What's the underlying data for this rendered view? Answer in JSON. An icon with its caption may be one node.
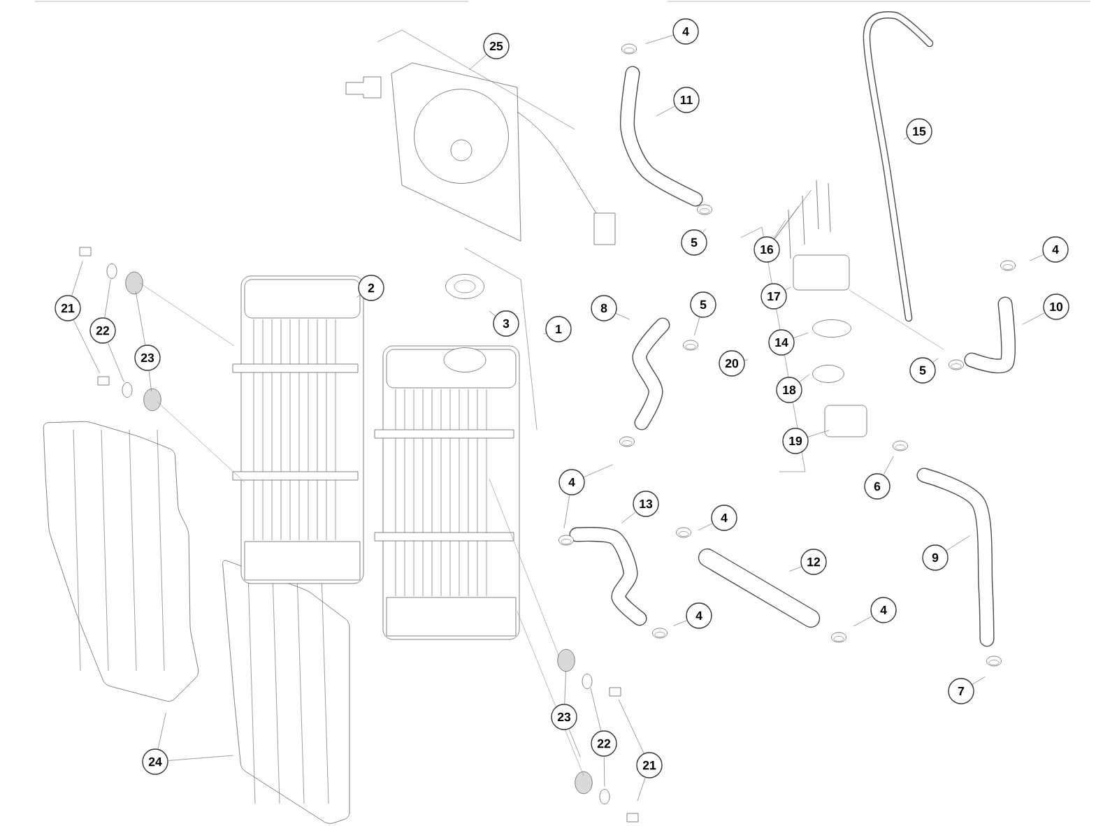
{
  "diagram": {
    "nodes": [
      {
        "text": [
          "25"
        ]
      },
      {
        "text": [
          "4"
        ]
      },
      {
        "text": [
          "11"
        ]
      },
      {
        "text": [
          "15"
        ]
      },
      {
        "text": [
          "5"
        ]
      },
      {
        "text": [
          "16"
        ]
      },
      {
        "text": [
          "4"
        ]
      },
      {
        "text": [
          "21"
        ]
      },
      {
        "text": [
          "22"
        ]
      },
      {
        "text": [
          "23"
        ]
      },
      {
        "text": [
          "2"
        ]
      },
      {
        "text": [
          "3"
        ]
      },
      {
        "text": [
          "1"
        ]
      },
      {
        "text": [
          "8"
        ]
      },
      {
        "text": [
          "5"
        ]
      },
      {
        "text": [
          "10"
        ]
      },
      {
        "text": [
          "17"
        ]
      },
      {
        "text": [
          "14"
        ]
      },
      {
        "text": [
          "20"
        ]
      },
      {
        "text": [
          "5"
        ]
      },
      {
        "text": [
          "18"
        ]
      },
      {
        "text": [
          "19"
        ]
      },
      {
        "text": [
          "6"
        ]
      },
      {
        "text": [
          "4"
        ]
      },
      {
        "text": [
          "13"
        ]
      },
      {
        "text": [
          "4"
        ]
      },
      {
        "text": [
          "12"
        ]
      },
      {
        "text": [
          "9"
        ]
      },
      {
        "text": [
          "4"
        ]
      },
      {
        "text": [
          "4"
        ]
      },
      {
        "text": [
          "7"
        ]
      },
      {
        "text": [
          "24"
        ]
      },
      {
        "text": [
          "23"
        ]
      },
      {
        "text": [
          "22"
        ]
      },
      {
        "text": [
          "21"
        ]
      }
    ],
    "edges": [
      {
        "from": 0,
        "to": null,
        "arrow": "none"
      },
      {
        "from": 1,
        "to": null,
        "arrow": "none"
      },
      {
        "from": 2,
        "to": null,
        "arrow": "none"
      },
      {
        "from": 3,
        "to": null,
        "arrow": "none"
      },
      {
        "from": 4,
        "to": null,
        "arrow": "none"
      },
      {
        "from": 5,
        "to": null,
        "arrow": "none"
      },
      {
        "from": 5,
        "to": null,
        "arrow": "none"
      },
      {
        "from": 5,
        "to": null,
        "arrow": "none"
      },
      {
        "from": 6,
        "to": null,
        "arrow": "none"
      },
      {
        "from": 7,
        "to": null,
        "arrow": "none"
      },
      {
        "from": 7,
        "to": null,
        "arrow": "none"
      },
      {
        "from": 8,
        "to": null,
        "arrow": "none"
      },
      {
        "from": 8,
        "to": null,
        "arrow": "none"
      },
      {
        "from": 9,
        "to": null,
        "arrow": "none"
      },
      {
        "from": 9,
        "to": null,
        "arrow": "none"
      },
      {
        "from": 10,
        "to": null,
        "arrow": "none"
      },
      {
        "from": 11,
        "to": null,
        "arrow": "none"
      },
      {
        "from": 12,
        "to": null,
        "arrow": "none"
      },
      {
        "from": 13,
        "to": null,
        "arrow": "none"
      },
      {
        "from": 14,
        "to": null,
        "arrow": "none"
      },
      {
        "from": 15,
        "to": null,
        "arrow": "none"
      },
      {
        "from": 16,
        "to": null,
        "arrow": "none"
      },
      {
        "from": 17,
        "to": null,
        "arrow": "none"
      },
      {
        "from": 18,
        "to": null,
        "arrow": "none"
      },
      {
        "from": 19,
        "to": null,
        "arrow": "none"
      },
      {
        "from": 20,
        "to": null,
        "arrow": "none"
      },
      {
        "from": 21,
        "to": null,
        "arrow": "none"
      },
      {
        "from": 22,
        "to": null,
        "arrow": "none"
      },
      {
        "from": 23,
        "to": null,
        "arrow": "none"
      },
      {
        "from": 23,
        "to": null,
        "arrow": "none"
      },
      {
        "from": 24,
        "to": null,
        "arrow": "none"
      },
      {
        "from": 25,
        "to": null,
        "arrow": "none"
      },
      {
        "from": 26,
        "to": null,
        "arrow": "none"
      },
      {
        "from": 27,
        "to": null,
        "arrow": "none"
      },
      {
        "from": 28,
        "to": null,
        "arrow": "none"
      },
      {
        "from": 29,
        "to": null,
        "arrow": "none"
      },
      {
        "from": 30,
        "to": null,
        "arrow": "none"
      },
      {
        "from": 31,
        "to": null,
        "arrow": "none"
      },
      {
        "from": 31,
        "to": null,
        "arrow": "none"
      },
      {
        "from": 32,
        "to": null,
        "arrow": "none"
      },
      {
        "from": 32,
        "to": null,
        "arrow": "none"
      },
      {
        "from": 33,
        "to": null,
        "arrow": "none"
      },
      {
        "from": 33,
        "to": null,
        "arrow": "none"
      },
      {
        "from": 34,
        "to": null,
        "arrow": "none"
      },
      {
        "from": 34,
        "to": null,
        "arrow": "none"
      }
    ]
  }
}
